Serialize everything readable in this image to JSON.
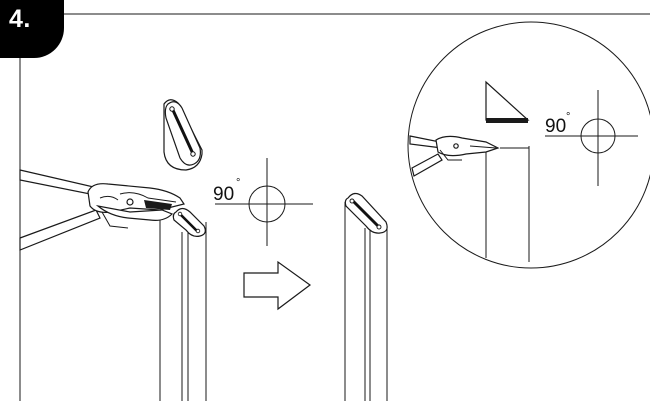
{
  "step": {
    "label": "4."
  },
  "angles": {
    "main_value": "90",
    "detail_value": "90",
    "degree_symbol": "°"
  },
  "icons": {
    "cutter": "side-cutter-icon",
    "arrow": "right-arrow-icon",
    "crosshair": "crosshair-icon"
  }
}
